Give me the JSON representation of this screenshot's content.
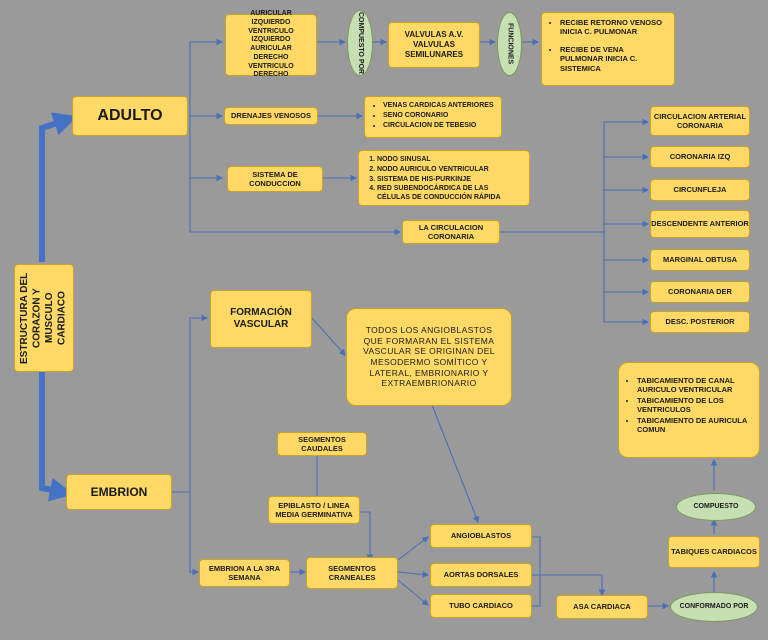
{
  "root": "ESTRUCTURA DEL CORAZON Y MUSCULO CARDIACO",
  "adulto": "ADULTO",
  "embrion": "EMBRION",
  "cavidades": [
    "AURICULAR IZQUIERDO",
    "VENTRICULO IZQUIERDO",
    "AURICULAR DERECHO",
    "VENTRICULO DERECHO"
  ],
  "compuesto_por": "COMPUESTO POR",
  "valvulas": [
    "VALVULAS A.V.",
    "VALVULAS SEMILUNARES"
  ],
  "funciones": "FUNCIONES",
  "funciones_items": [
    "RECIBE RETORNO VENOSO INICIA C. PULMONAR",
    "RECIBE DE VENA PULMONAR INICIA C. SISTEMICA"
  ],
  "drenajes": "DRENAJES VENOSOS",
  "drenajes_items": [
    "VENAS CARDICAS ANTERIORES",
    "SENO CORONARIO",
    "CIRCULACION DE TEBESIO"
  ],
  "sistema_conduccion": "SISTEMA DE CONDUCCION",
  "conduccion_items": [
    "NODO SINUSAL",
    "NODO AURICULO VENTRICULAR",
    "SISTEMA DE HIS-PURKINJE",
    "RED SUBENDOCÁRDICA DE LAS CÉLULAS DE CONDUCCIÓN RÁPIDA"
  ],
  "circulacion_coronaria": "LA CIRCULACION CORONARIA",
  "coronarias": [
    "CIRCULACION ARTERIAL CORONARIA",
    "CORONARIA IZQ",
    "CIRCUNFLEJA",
    "DESCENDENTE ANTERIOR",
    "MARGINAL OBTUSA",
    "CORONARIA DER",
    "DESC. POSTERIOR"
  ],
  "formacion_vascular": "FORMACIÓN VASCULAR",
  "angioblastos_text": "TODOS LOS ANGIOBLASTOS QUE FORMARAN EL SISTEMA VASCULAR SE ORIGINAN DEL MESODERMO SOMÍTICO Y LATERAL, EMBRIONARIO Y EXTRAEMBRIONARIO",
  "segmentos_caudales": "SEGMENTOS CAUDALES",
  "epiblasto": "EPIBLASTO / LINEA MEDIA GERMINATIVA",
  "embrion_3ra": "EMBRION A LA 3RA SEMANA",
  "segmentos_craneales": "SEGMENTOS CRANEALES",
  "angioblastos": "ANGIOBLASTOS",
  "aortas_dorsales": "AORTAS DORSALES",
  "tubo_cardiaco": "TUBO CARDIACO",
  "asa_cardiaca": "ASA CARDIACA",
  "conformado_por": "CONFORMADO POR",
  "tabiques": "TABIQUES CARDIACOS",
  "compuesto": "COMPUESTO",
  "tabicamiento_items": [
    "TABICAMIENTO DE CANAL AURICULO VENTRICULAR",
    "TABICAMIENTO DE LOS VENTRICULOS",
    "TABICAMIENTO DE AURICULA COMUN"
  ]
}
